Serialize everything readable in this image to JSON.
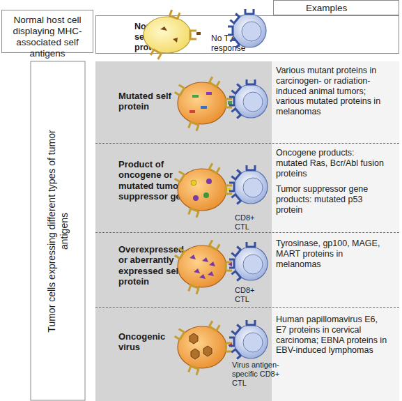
{
  "diagram": {
    "nodes": [
      {
        "text": [
          "Normal host cell displaying MHC-associated self antigens"
        ]
      },
      {
        "text": [
          "Examples"
        ]
      },
      {
        "text": [
          "Normal self protein",
          "No T cell response"
        ]
      },
      {
        "text": [
          "Mutated self protein",
          "Various mutant proteins in carcinogen- or radiation-induced animal tumors; various mutated proteins in melanomas"
        ]
      },
      {
        "text": [
          "Product of oncogene or mutated tumor suppressor gene",
          "CD8+ CTL",
          "Oncogene products: mutated Ras, Bcr/Abl fusion proteins",
          "Tumor suppressor gene products: mutated p53 protein"
        ]
      },
      {
        "text": [
          "Overexpressed or aberrantly expressed self protein",
          "CD8+ CTL",
          "Tyrosinase, gp100, MAGE, MART proteins in melanomas"
        ]
      },
      {
        "text": [
          "Oncogenic virus",
          "Virus antigen-specific CD8+ CTL",
          "Human papillomavirus E6, E7 proteins in cervical carcinoma; EBNA proteins in EBV-induced lymphomas"
        ]
      }
    ],
    "labels": [
      "Tumor cells expressing different types of tumor antigens"
    ]
  }
}
